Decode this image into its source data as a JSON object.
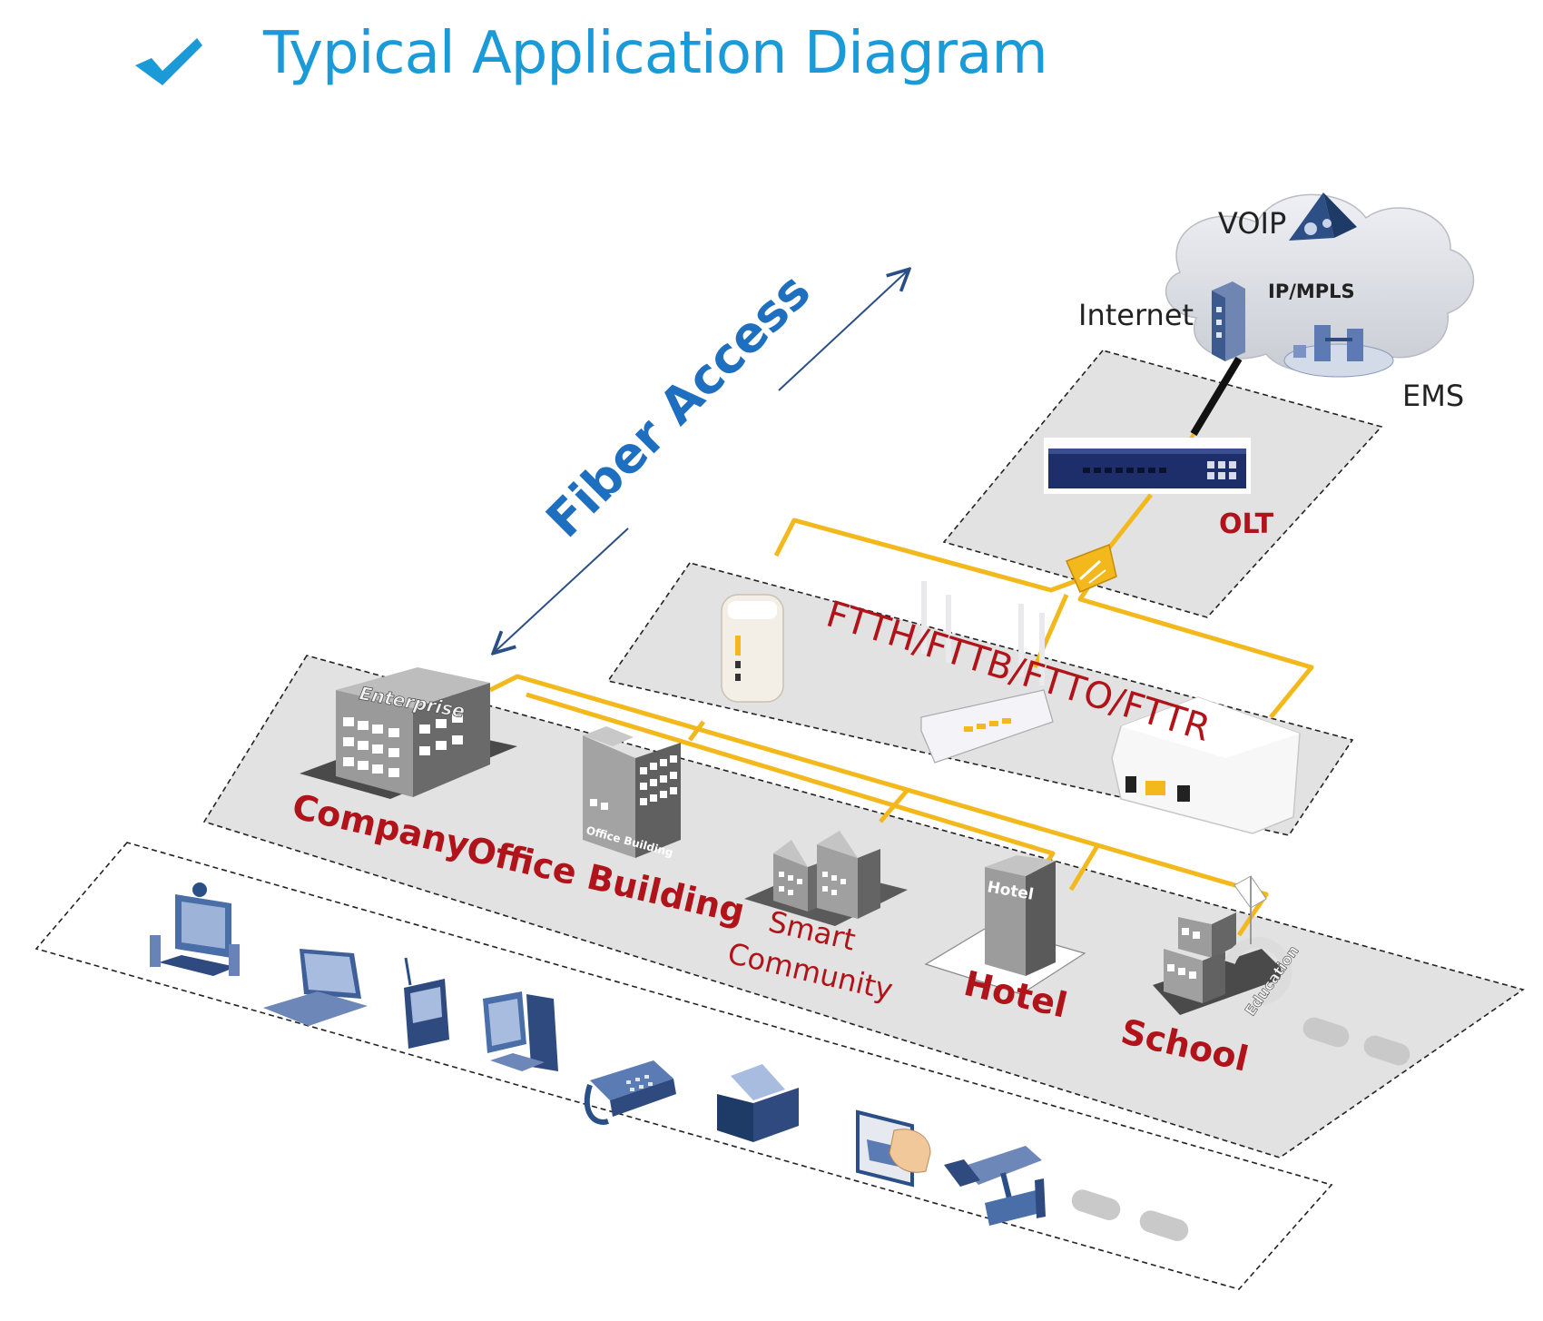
{
  "header": {
    "title": "Typical Application Diagram",
    "check_icon": "checkmark-icon"
  },
  "colors": {
    "title_blue": "#1a9ad6",
    "arrow_blue": "#1e6fc0",
    "label_red": "#b0141a",
    "fiber_yellow": "#f2b81c",
    "plane_gray": "#e2e2e2"
  },
  "core": {
    "voip": "VOIP",
    "ipmpls": "IP/MPLS",
    "internet": "Internet",
    "ems": "EMS"
  },
  "olt": {
    "label": "OLT"
  },
  "fiber_access": {
    "label": "Fiber Access"
  },
  "onu_layer": {
    "label": "FTTH/FTTB/FTTO/FTTR"
  },
  "buildings": {
    "company": "Company",
    "office_building": "Office Building",
    "smart_community_1": "Smart",
    "smart_community_2": "Community",
    "hotel": "Hotel",
    "school": "School",
    "enterprise_sign": "Enterprise",
    "office_sign": "Office Building",
    "hotel_sign": "Hotel",
    "education_sign": "Education"
  }
}
